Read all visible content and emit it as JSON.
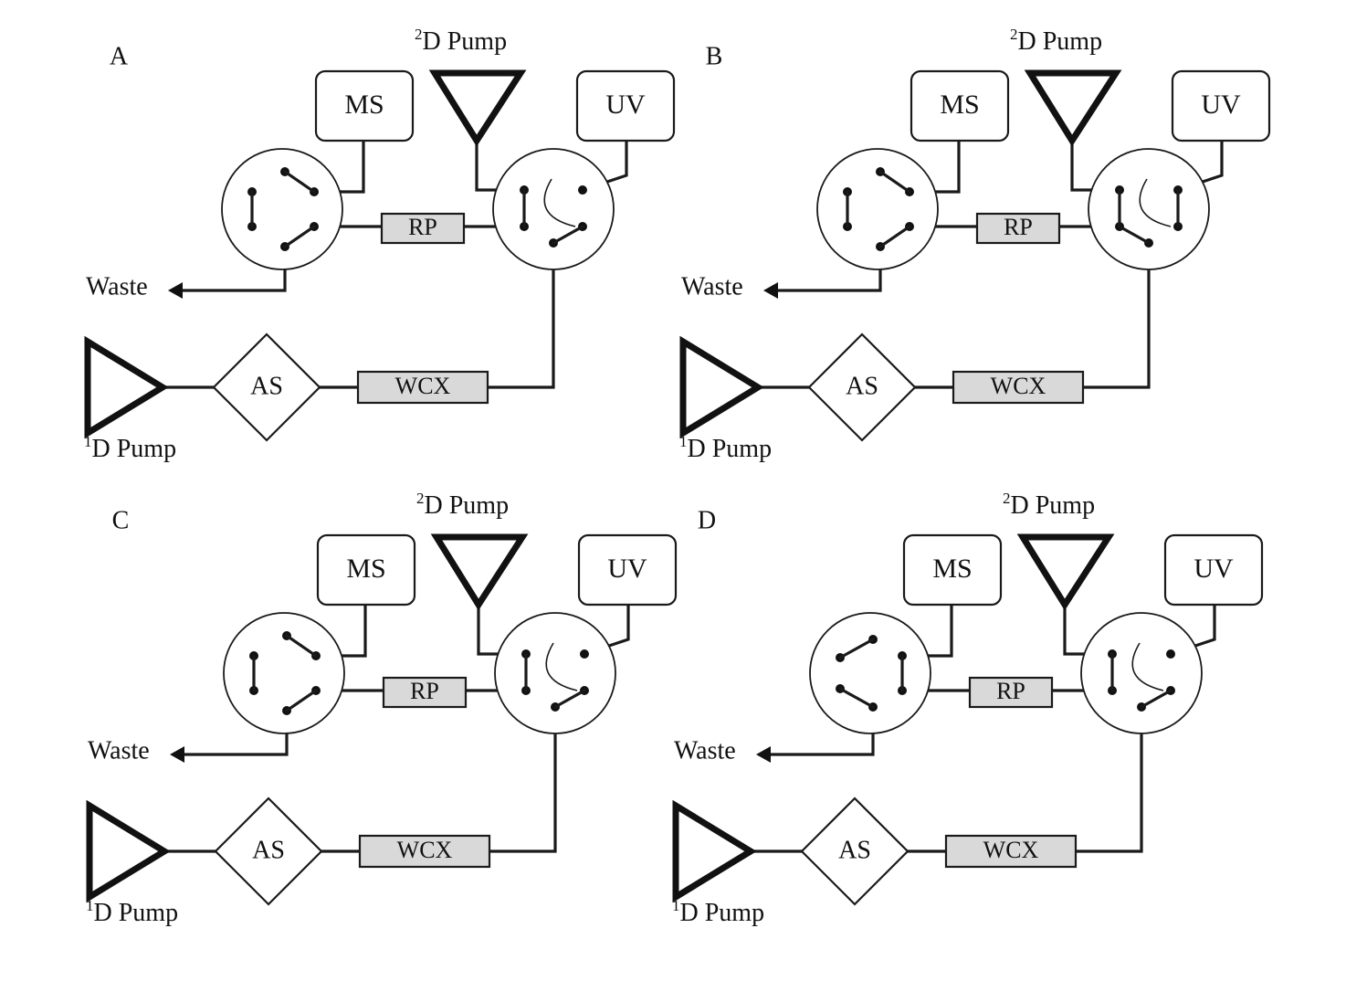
{
  "labels": {
    "ms": "MS",
    "uv": "UV",
    "rp": "RP",
    "wcx": "WCX",
    "as": "AS",
    "waste": "Waste",
    "pump2_sup": "2",
    "pump1_sup": "1",
    "pump_text": "D Pump"
  },
  "panels": [
    {
      "id": "A",
      "letter": "A",
      "left_valve": "pos1",
      "right_valve": "pos1"
    },
    {
      "id": "B",
      "letter": "B",
      "left_valve": "pos1",
      "right_valve": "pos2"
    },
    {
      "id": "C",
      "letter": "C",
      "left_valve": "pos1",
      "right_valve": "pos1"
    },
    {
      "id": "D",
      "letter": "D",
      "left_valve": "pos2",
      "right_valve": "pos1"
    }
  ]
}
